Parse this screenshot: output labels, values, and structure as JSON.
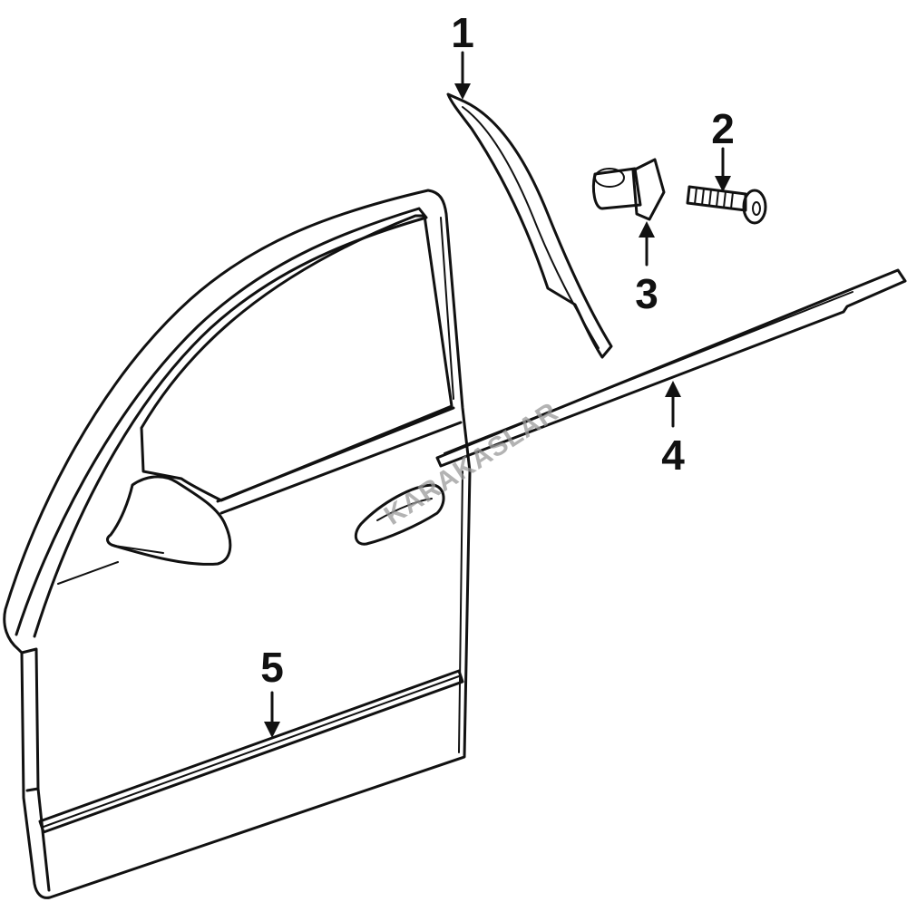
{
  "diagram": {
    "callouts": [
      {
        "id": "1",
        "label": "1"
      },
      {
        "id": "2",
        "label": "2"
      },
      {
        "id": "3",
        "label": "3"
      },
      {
        "id": "4",
        "label": "4"
      },
      {
        "id": "5",
        "label": "5"
      }
    ],
    "watermark": "KARAKASLAR"
  }
}
